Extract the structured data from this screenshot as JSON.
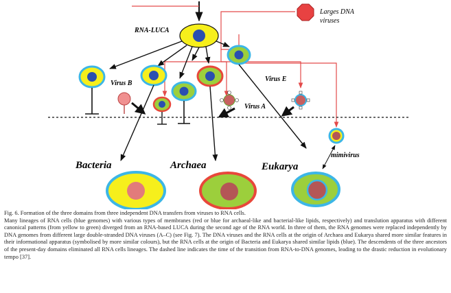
{
  "figure": {
    "labels": {
      "rna_luca": "RNA-LUCA",
      "large_dna_viruses": [
        "Larges DNA",
        "viruses"
      ],
      "virus_b": "Virus B",
      "virus_e": "Virus E",
      "virus_a": "Virus A",
      "mimivirus": "mimivirus",
      "bacteria": "Bacteria",
      "archaea": "Archaea",
      "eukarya": "Eukarya"
    },
    "colors": {
      "yellow": "#f6ef1c",
      "green": "#9ccf3c",
      "blue_membrane": "#3cb6e6",
      "red_membrane": "#e8473a",
      "genome_blue": "#2a4fb0",
      "dna_red": "#e27b7b",
      "dna_dark": "#b45656",
      "red_line": "#e34a4a",
      "octagon": "#e84242"
    }
  },
  "caption": {
    "title": "Fig. 6. Formation of the three domains from three independent DNA transfers from viruses to RNA cells.",
    "body": "Many lineages of RNA cells (blue genomes) with various types of membranes (red or blue for archaeal-like and bacterial-like lipids, respectively) and translution apparatus with different canonical patterns (from yellow to green) diverged from an RNA-based LUCA during the second age of the RNA world. In three of them, the RNA genomes were replaced independently by DNA genomes from different large double-stranded DNA viruses (A–C) (see Fig. 7). The DNA viruses and the RNA cells at the origin of Archaea and Eukarya shared more similar features in their informational apparatus (symbolised by more similar colours), but the RNA cells at the origin of Bacteria and Eukarya shared similar lipids (blue). The descendents of the three ancestors of the present-day domains eliminated all RNA cells lineages. The dashed line indicates the time of the transition from RNA-to-DNA genomes, leading to the drastic reduction in evolutionary tempo [37]."
  }
}
